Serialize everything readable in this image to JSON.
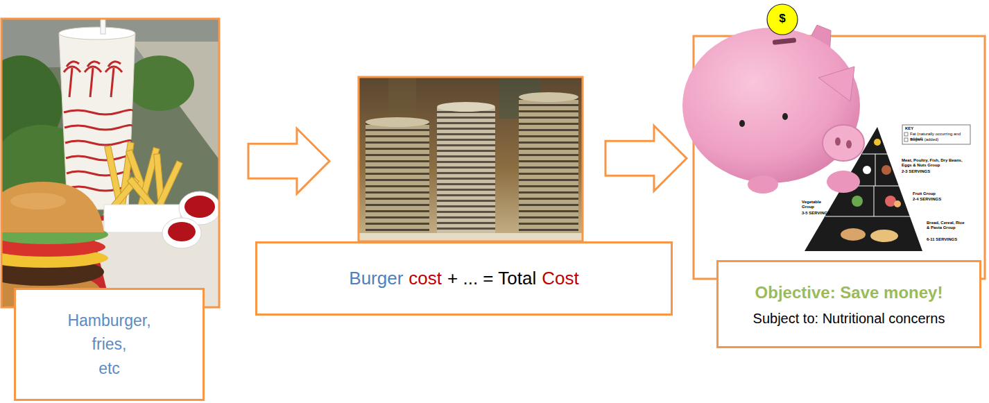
{
  "diagram": {
    "nodes": [
      {
        "text": [
          "Hamburger, fries, etc"
        ]
      },
      {
        "text": [
          "Burger",
          "cost",
          "+ ... = Total",
          "Cost"
        ]
      },
      {
        "text": [
          "Objective: Save money!",
          "Subject to: Nutritional concerns"
        ]
      }
    ],
    "edges": [
      {
        "from": 0,
        "to": 1,
        "arrow": "to"
      },
      {
        "from": 1,
        "to": 2,
        "arrow": "to"
      }
    ],
    "labels": [
      "$",
      "KEY",
      "Fat (naturally occurring and added)",
      "Sugars (added)",
      "Meat, Poultry, Fish, Dry Beans, Eggs & Nuts Group",
      "2-3 SERVINGS",
      "Vegetable Group",
      "3-5 SERVINGS",
      "Fruit Group",
      "2-4 SERVINGS",
      "Bread, Cereal, Rice & Pasta Group",
      "6-11 SERVINGS"
    ]
  }
}
